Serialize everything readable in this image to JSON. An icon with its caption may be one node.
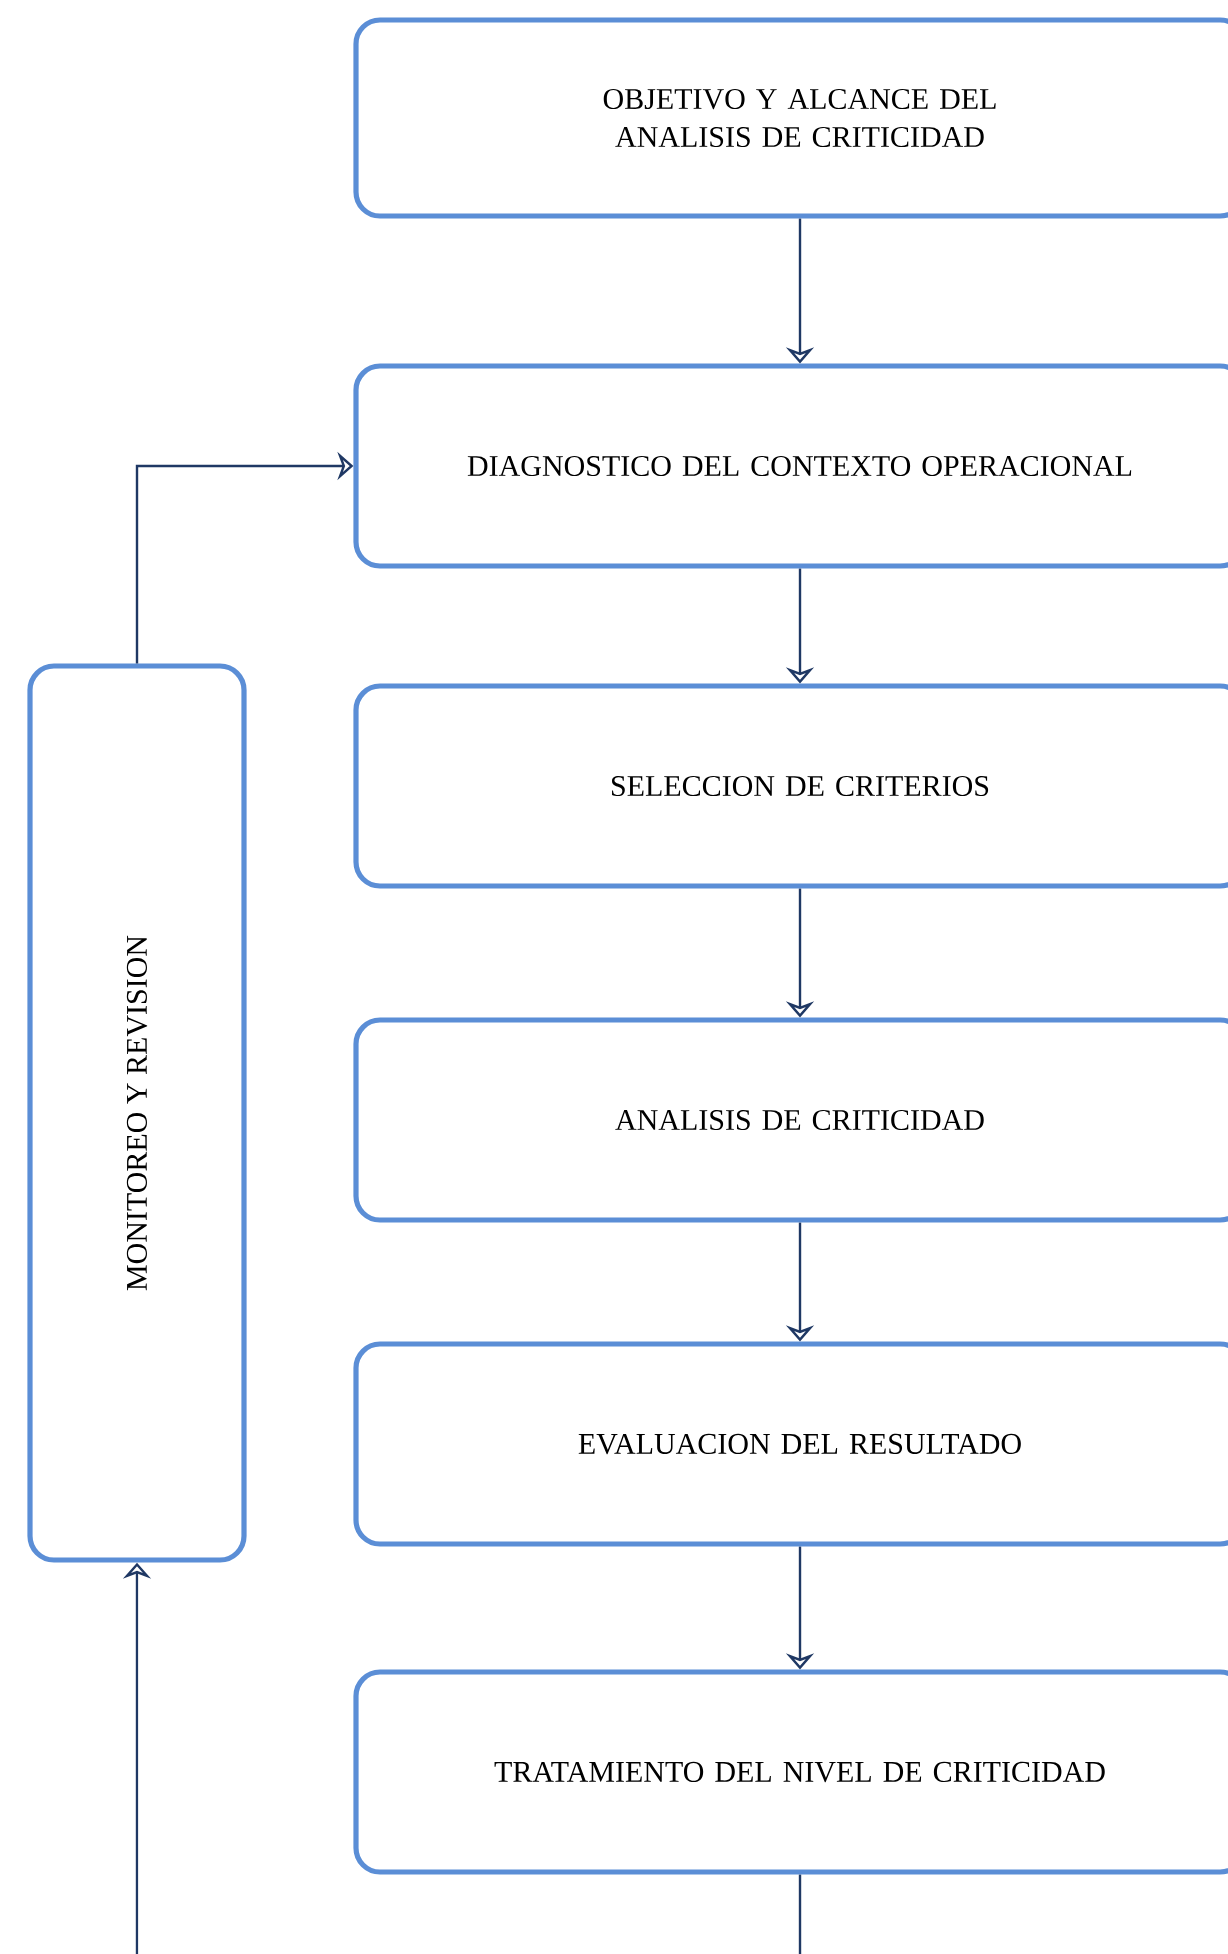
{
  "diagram": {
    "nodes": [
      {
        "text": [
          "OBJETIVO Y ALCANCE DEL ANALISIS DE CRITICIDAD"
        ]
      },
      {
        "text": [
          "DIAGNOSTICO DEL CONTEXTO OPERACIONAL"
        ]
      },
      {
        "text": [
          "SELECCION DE CRITERIOS"
        ]
      },
      {
        "text": [
          "ANALISIS DE CRITICIDAD"
        ]
      },
      {
        "text": [
          "EVALUACION DEL RESULTADO"
        ]
      },
      {
        "text": [
          "TRATAMIENTO DEL NIVEL DE CRITICIDAD"
        ]
      },
      {
        "text": [
          "MONITOREO Y REVISION"
        ]
      }
    ],
    "edges": [
      {
        "from": 0,
        "to": 1,
        "arrow": "to"
      },
      {
        "from": 1,
        "to": 2,
        "arrow": "to"
      },
      {
        "from": 2,
        "to": 3,
        "arrow": "to"
      },
      {
        "from": 3,
        "to": 4,
        "arrow": "to"
      },
      {
        "from": 4,
        "to": 5,
        "arrow": "to"
      },
      {
        "from": 6,
        "to": 1,
        "arrow": "to"
      },
      {
        "from": 5,
        "to": null,
        "arrow": "none"
      },
      {
        "from": null,
        "to": 6,
        "arrow": "to"
      }
    ]
  }
}
